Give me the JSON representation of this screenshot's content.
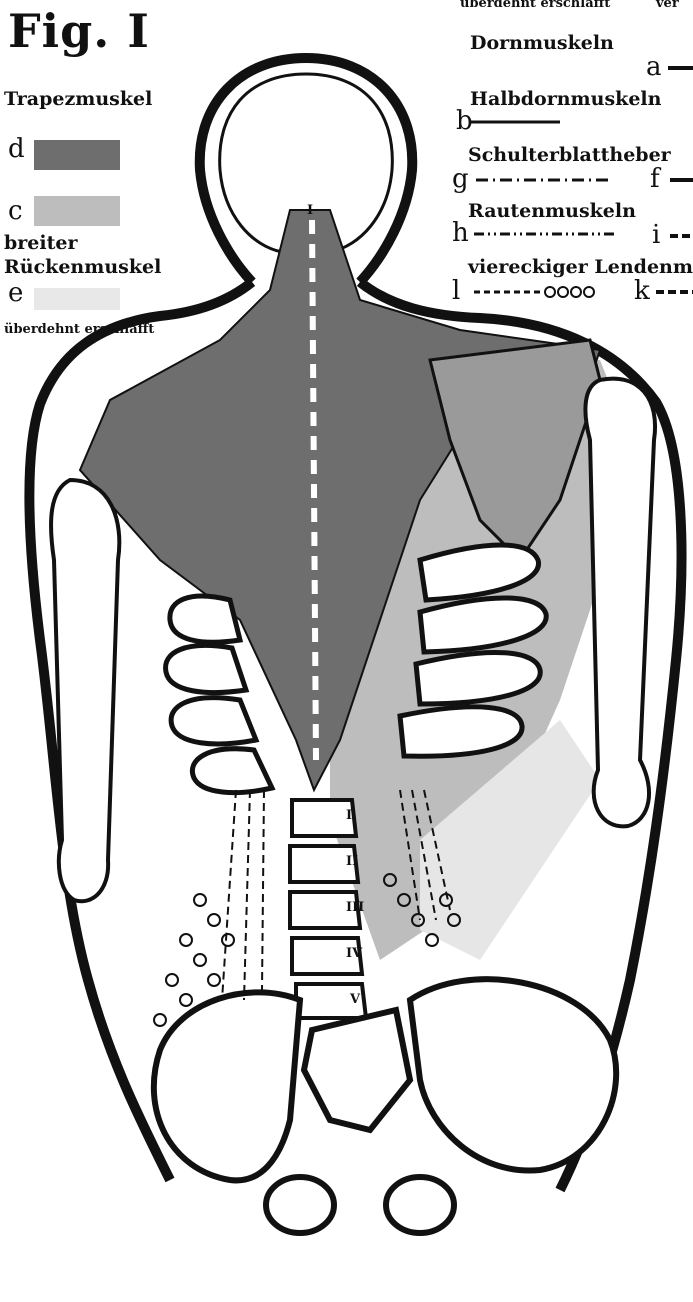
{
  "figure_label": "Fig. I",
  "legend_left": {
    "trapezius": {
      "label": "Trapezmuskel"
    },
    "d": {
      "letter": "d",
      "color": "#6e6e6e"
    },
    "c": {
      "letter": "c",
      "color": "#bcbcbc"
    },
    "latissimus": {
      "label_line1": "breiter",
      "label_line2": "Rückenmuskel"
    },
    "e": {
      "letter": "e",
      "color": "#e6e6e6"
    },
    "note": "überdehnt erschlafft"
  },
  "legend_right": {
    "top_clipped": "überdehnt erschlafft",
    "top_clipped_right": "ver",
    "spinalis": {
      "label": "Dornmuskeln",
      "letter": "a"
    },
    "semispinalis": {
      "label": "Halbdornmuskeln",
      "letter": "b"
    },
    "levator": {
      "label": "Schulterblattheber",
      "letter_left": "g",
      "letter_right": "f"
    },
    "rhomboid": {
      "label": "Rautenmuskeln",
      "letter_left": "h",
      "letter_right": "i"
    },
    "quadratus": {
      "label": "viereckiger Lendenmu",
      "letter_left": "l",
      "letter_right": "k"
    }
  },
  "vertebra_labels": [
    "I",
    "II",
    "III",
    "IV",
    "V"
  ],
  "cervical_label": "I",
  "colors": {
    "ink": "#111111",
    "dark_muscle": "#6e6e6e",
    "light_muscle": "#bdbdbd",
    "faint": "#e6e6e6"
  }
}
